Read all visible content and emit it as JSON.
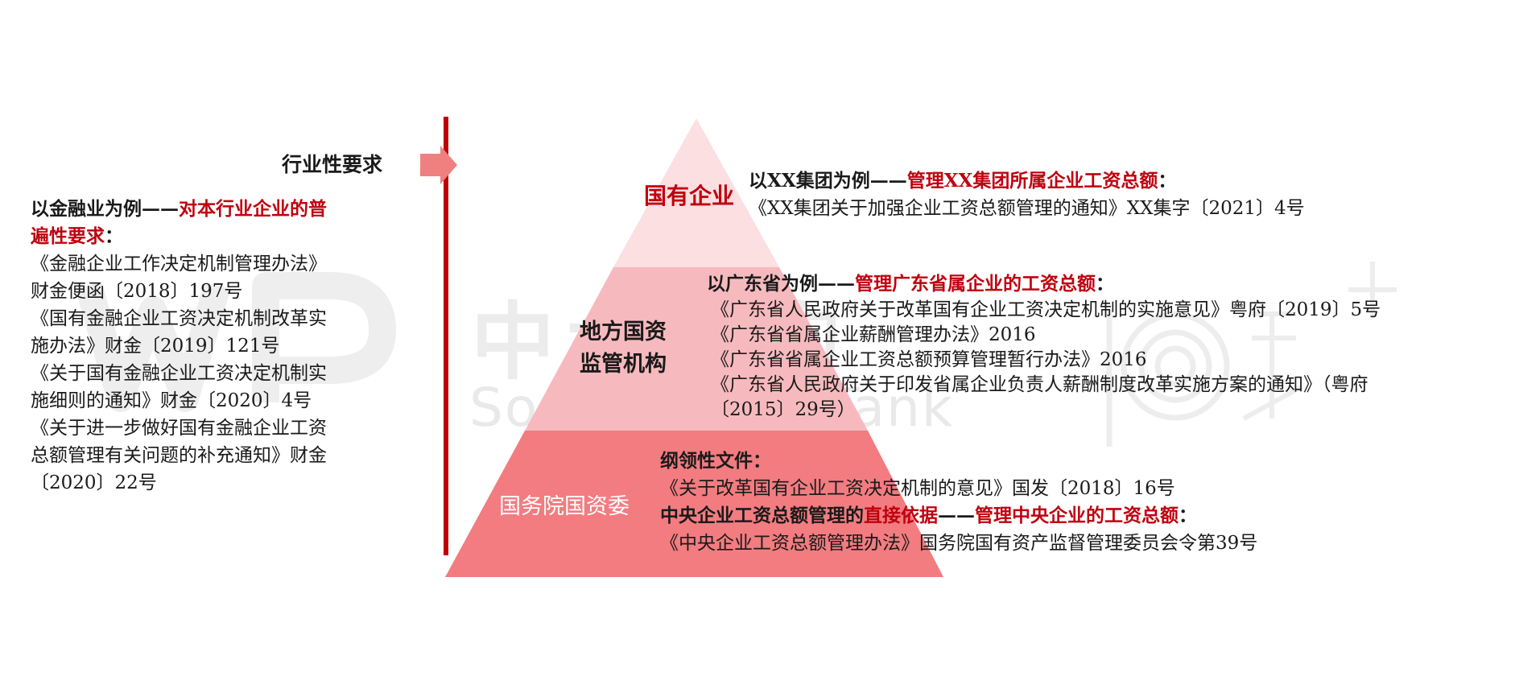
{
  "watermark": {
    "logo_text": "WP",
    "cn": "中大咨询",
    "en": "Social Think Tank"
  },
  "industry": {
    "arrow_label": "行业性要求",
    "heading_prefix": "以金融业为例——",
    "heading_red_1": "对本行业企业的普",
    "heading_red_2": "遍性要求",
    "heading_suffix": "：",
    "lines": [
      "《金融企业工作决定机制管理办法》",
      "财金便函〔2018〕197号",
      "《国有金融企业工资决定机制改革实",
      "施办法》财金〔2019〕121号",
      "《关于国有金融企业工资决定机制实",
      "施细则的通知》财金〔2020〕4号",
      "《关于进一步做好国有金融企业工资",
      "总额管理有关问题的补充通知》财金",
      "〔2020〕22号"
    ]
  },
  "tiers": {
    "top": {
      "label": "国有企业",
      "heading_prefix": "以XX集团为例——",
      "heading_red": "管理XX集团所属企业工资总额",
      "heading_suffix": "：",
      "lines": [
        "《XX集团关于加强企业工资总额管理的通知》XX集字〔2021〕4号"
      ]
    },
    "middle": {
      "label_line1": "地方国资",
      "label_line2": "监管机构",
      "heading_prefix": "以广东省为例——",
      "heading_red": "管理广东省属企业的工资总额",
      "heading_suffix": "：",
      "lines": [
        "《广东省人民政府关于改革国有企业工资决定机制的实施意见》粤府〔2019〕5号",
        "《广东省省属企业薪酬管理办法》2016",
        "《广东省省属企业工资总额预算管理暂行办法》2016",
        "《广东省人民政府关于印发省属企业负责人薪酬制度改革实施方案的通知》（粤府",
        "〔2015〕29号）"
      ]
    },
    "bottom": {
      "label": "国务院国资委",
      "guide_heading": "纲领性文件：",
      "guide_line": "《关于改革国有企业工资决定机制的意见》国发〔2018〕16号",
      "direct_prefix": "中央企业工资总额管理的",
      "direct_red_1": "直接依据",
      "direct_mid": "——",
      "direct_red_2": "管理中央企业的工资总额",
      "direct_suffix": "：",
      "direct_line": "《中央企业工资总额管理办法》国务院国有资产监督管理委员会令第39号"
    }
  },
  "colors": {
    "accent_red": "#c0000f",
    "divider": "#c00000",
    "arrow": "#f08080",
    "tier_top": "#fbdfe1",
    "tier_middle": "#f6babe",
    "tier_bottom": "#f27c80"
  }
}
